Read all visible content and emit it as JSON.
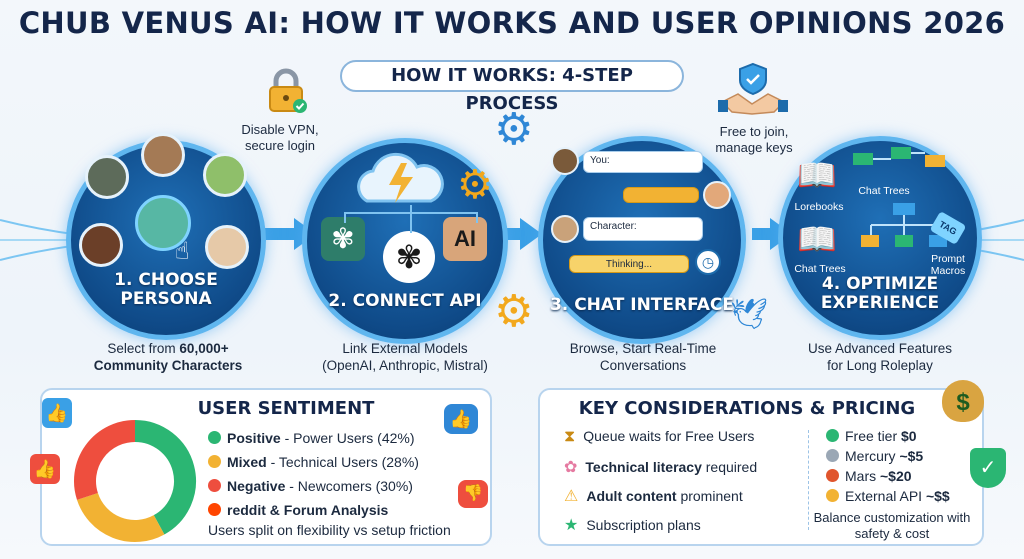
{
  "title": "CHUB VENUS AI: HOW IT WORKS AND USER OPINIONS 2026",
  "subtitle": "HOW IT WORKS: 4-STEP PROCESS",
  "notes": {
    "vpn": "Disable VPN, secure login",
    "join": "Free to join, manage keys"
  },
  "steps": [
    {
      "label_num": "1.",
      "label": "CHOOSE PERSONA",
      "caption_pre": "Select from ",
      "caption_bold": "60,000+",
      "caption_post": "Community Characters"
    },
    {
      "label_num": "2.",
      "label": "CONNECT API",
      "caption_pre": "Link External Models",
      "caption_post": "(OpenAI, Anthropic, Mistral)"
    },
    {
      "label_num": "3.",
      "label": "CHAT INTERFACE",
      "caption_pre": "Browse, Start Real-Time",
      "caption_post": "Conversations"
    },
    {
      "label_num": "4.",
      "label": "OPTIMIZE EXPERIENCE",
      "caption_pre": "Use Advanced Features",
      "caption_post": "for Long Roleplay"
    }
  ],
  "step3_chat": {
    "you": "You:",
    "character": "Character:",
    "thinking": "Thinking..."
  },
  "step4_items": {
    "lorebooks": "Lorebooks",
    "chat_trees_top": "Chat Trees",
    "chat_trees_bottom": "Chat Trees",
    "prompt_macros": "Prompt Macros",
    "tag": "TAG"
  },
  "step2_logo": "AI",
  "sentiment": {
    "title": "USER SENTIMENT",
    "items": [
      {
        "bold": "Positive",
        "rest": " - Power Users (42%)",
        "color": "#2bb673",
        "value": 42
      },
      {
        "bold": "Mixed",
        "rest": " - Technical Users (28%)",
        "color": "#f2b233",
        "value": 28
      },
      {
        "bold": "Negative",
        "rest": " - Newcomers (30%)",
        "color": "#ee4e3e",
        "value": 30
      }
    ],
    "source_brand": "reddit",
    "source_rest": " & Forum Analysis",
    "summary": "Users split on flexibility vs setup friction"
  },
  "considerations": {
    "title": "KEY CONSIDERATIONS & PRICING",
    "left": [
      {
        "icon": "hourglass-icon",
        "pre": "",
        "bold": "",
        "post": "Queue waits for Free Users"
      },
      {
        "icon": "brain-icon",
        "pre": "",
        "bold": "Technical literacy",
        "post": " required"
      },
      {
        "icon": "warning-icon",
        "pre": "",
        "bold": "Adult content",
        "post": " prominent"
      },
      {
        "icon": "star-money-icon",
        "pre": "",
        "bold": "",
        "post": "Subscription plans"
      }
    ],
    "pricing": [
      {
        "label": "Free tier ",
        "value": "$0",
        "color": "#2bb673"
      },
      {
        "label": "Mercury ",
        "value": "~$5",
        "color": "#9aa7b5"
      },
      {
        "label": "Mars ",
        "value": "~$20",
        "color": "#e0552d"
      },
      {
        "label": "External API ",
        "value": "~$$",
        "color": "#f2b233"
      }
    ],
    "footer": "Balance customization with safety & cost"
  }
}
